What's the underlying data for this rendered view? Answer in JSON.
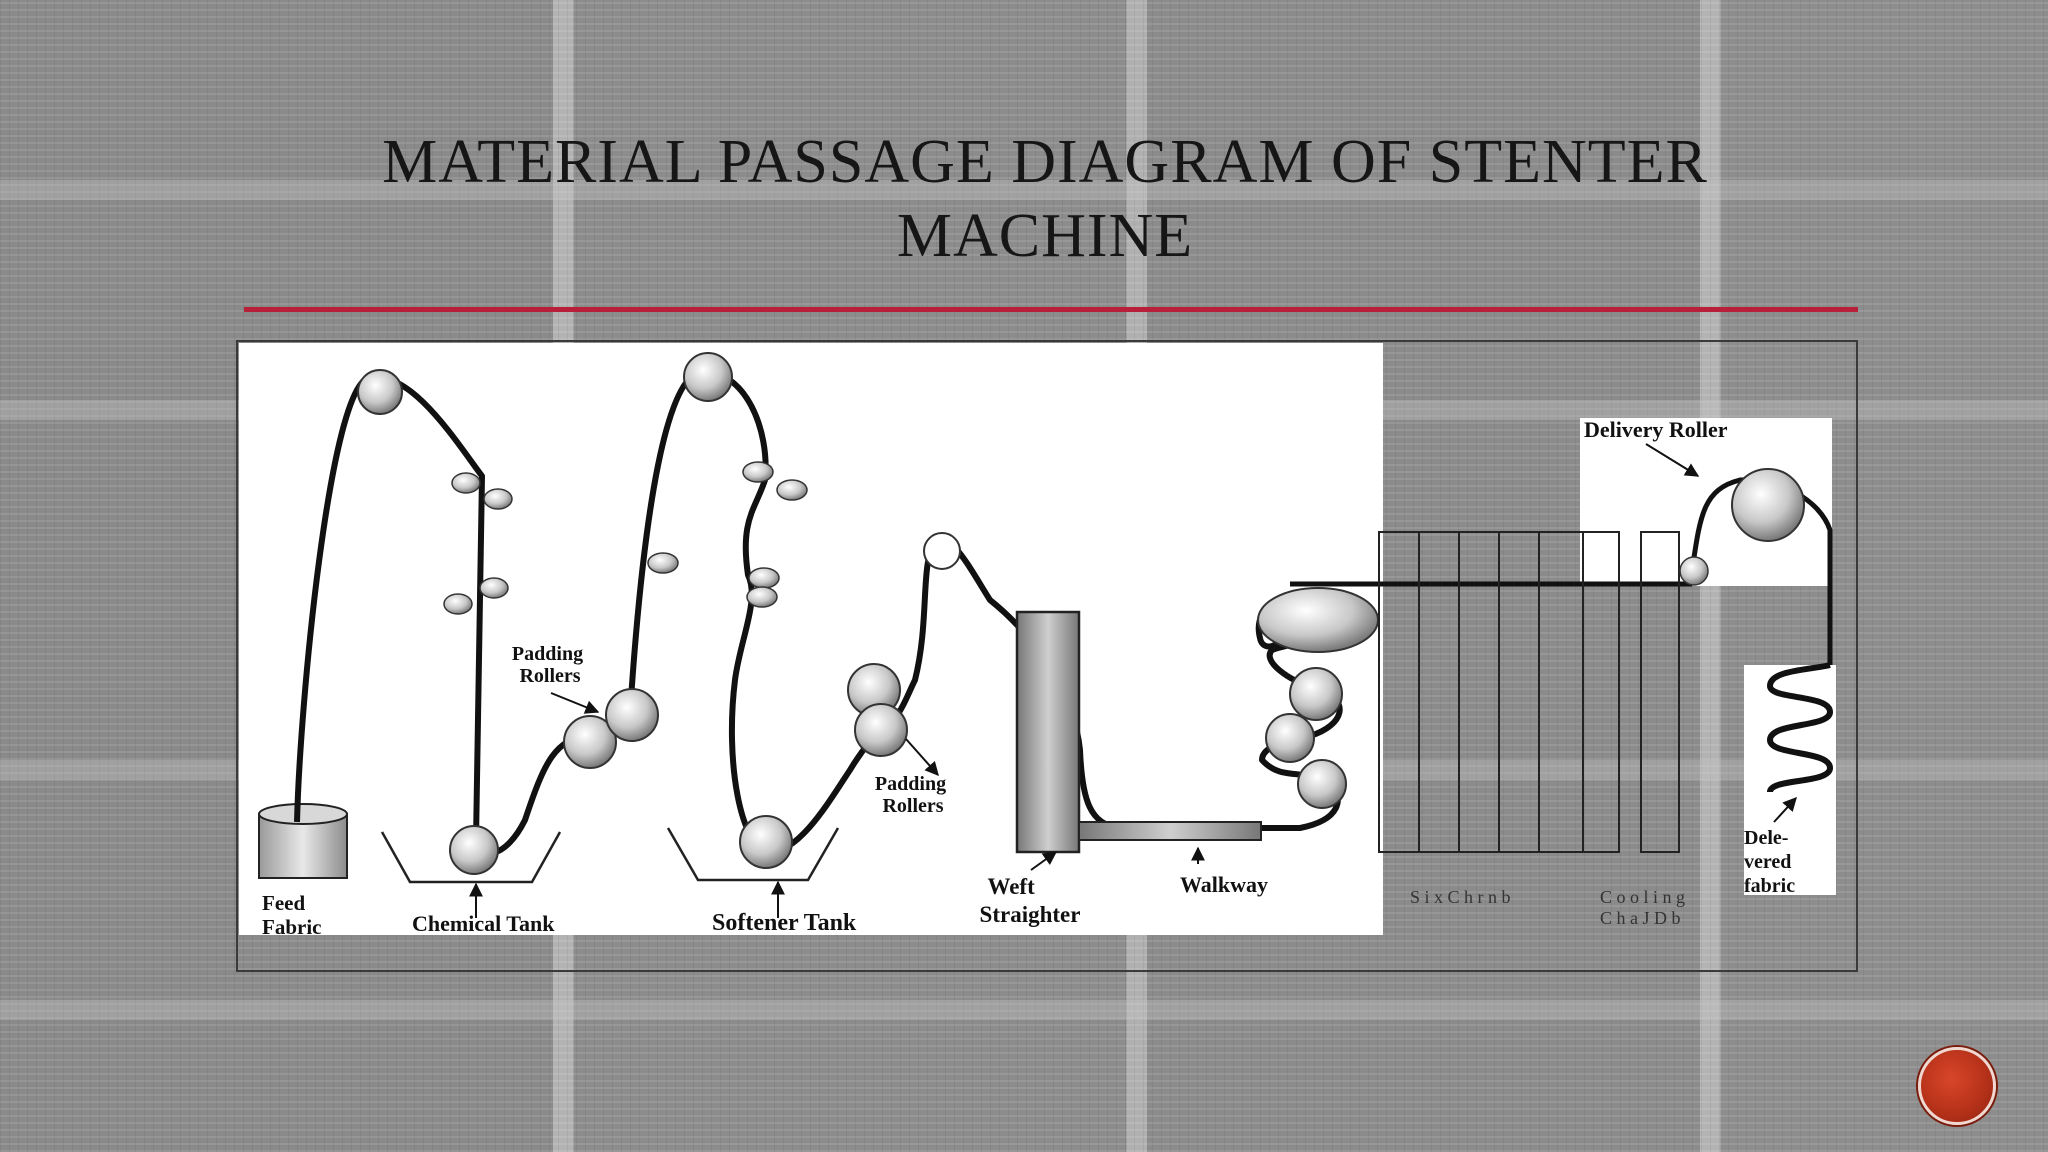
{
  "slide": {
    "title": "MATERIAL PASSAGE DIAGRAM   OF STENTER MACHINE"
  },
  "diagram": {
    "labels": {
      "padding_rollers_1": [
        "Padding",
        "Rollers"
      ],
      "padding_rollers_2": [
        "Padding",
        "Rollers"
      ],
      "feed_fabric": [
        "Feed",
        "Fabric"
      ],
      "chemical_tank": "Chemical Tank",
      "softener_tank": "Softener Tank",
      "weft_straighter": [
        "Weft",
        "Straighter"
      ],
      "walkway": "Walkway",
      "delivery_roller": "Delivery Roller",
      "six_chambers": "S i x  C h    r n b",
      "cooling_chamber": [
        "C o o l i n g",
        "C h a J D b"
      ],
      "delivered_fabric": [
        "Dele-",
        "vered",
        "fabric"
      ]
    }
  },
  "colors": {
    "accent_rule": "#b8203a",
    "nav_button": "#b7321a"
  },
  "icons": {
    "nav": "next-slide-button"
  }
}
